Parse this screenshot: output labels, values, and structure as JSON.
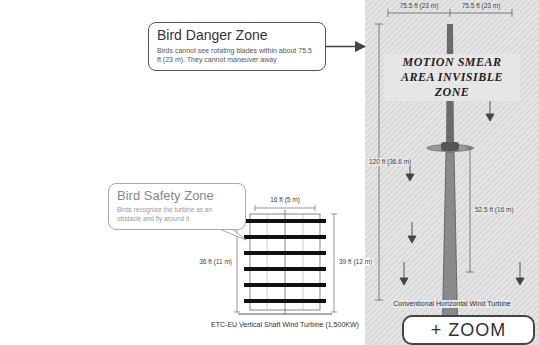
{
  "diagram": {
    "nodes": [
      {
        "text": [
          "Bird Danger Zone",
          "Birds cannot see rotating blades within about 75.5 ft (23 m). They cannot maneuver away"
        ]
      },
      {
        "text": [
          "Bird Safety Zone",
          "Birds recognize the turbine as an obstacle and fly around it"
        ]
      },
      {
        "text": [
          "MOTION SMEAR AREA INVISIBLE ZONE"
        ]
      },
      {
        "text": [
          "+ ZOOM"
        ]
      }
    ],
    "edges": [
      {
        "from": 0,
        "to": 2,
        "arrow": "to"
      }
    ],
    "labels": [
      "ETC-EU Vertical Shaft Wind Turbine (1,500KW)",
      "Conventional Horizontal Wind Turbine",
      "75.5 ft (23 m)",
      "75.5 ft (23 m)",
      "120 ft (36.6 m)",
      "52.5 ft (16 m)",
      "16 ft (5 m)",
      "36 ft (11 m)",
      "39 ft (12 m)"
    ]
  }
}
